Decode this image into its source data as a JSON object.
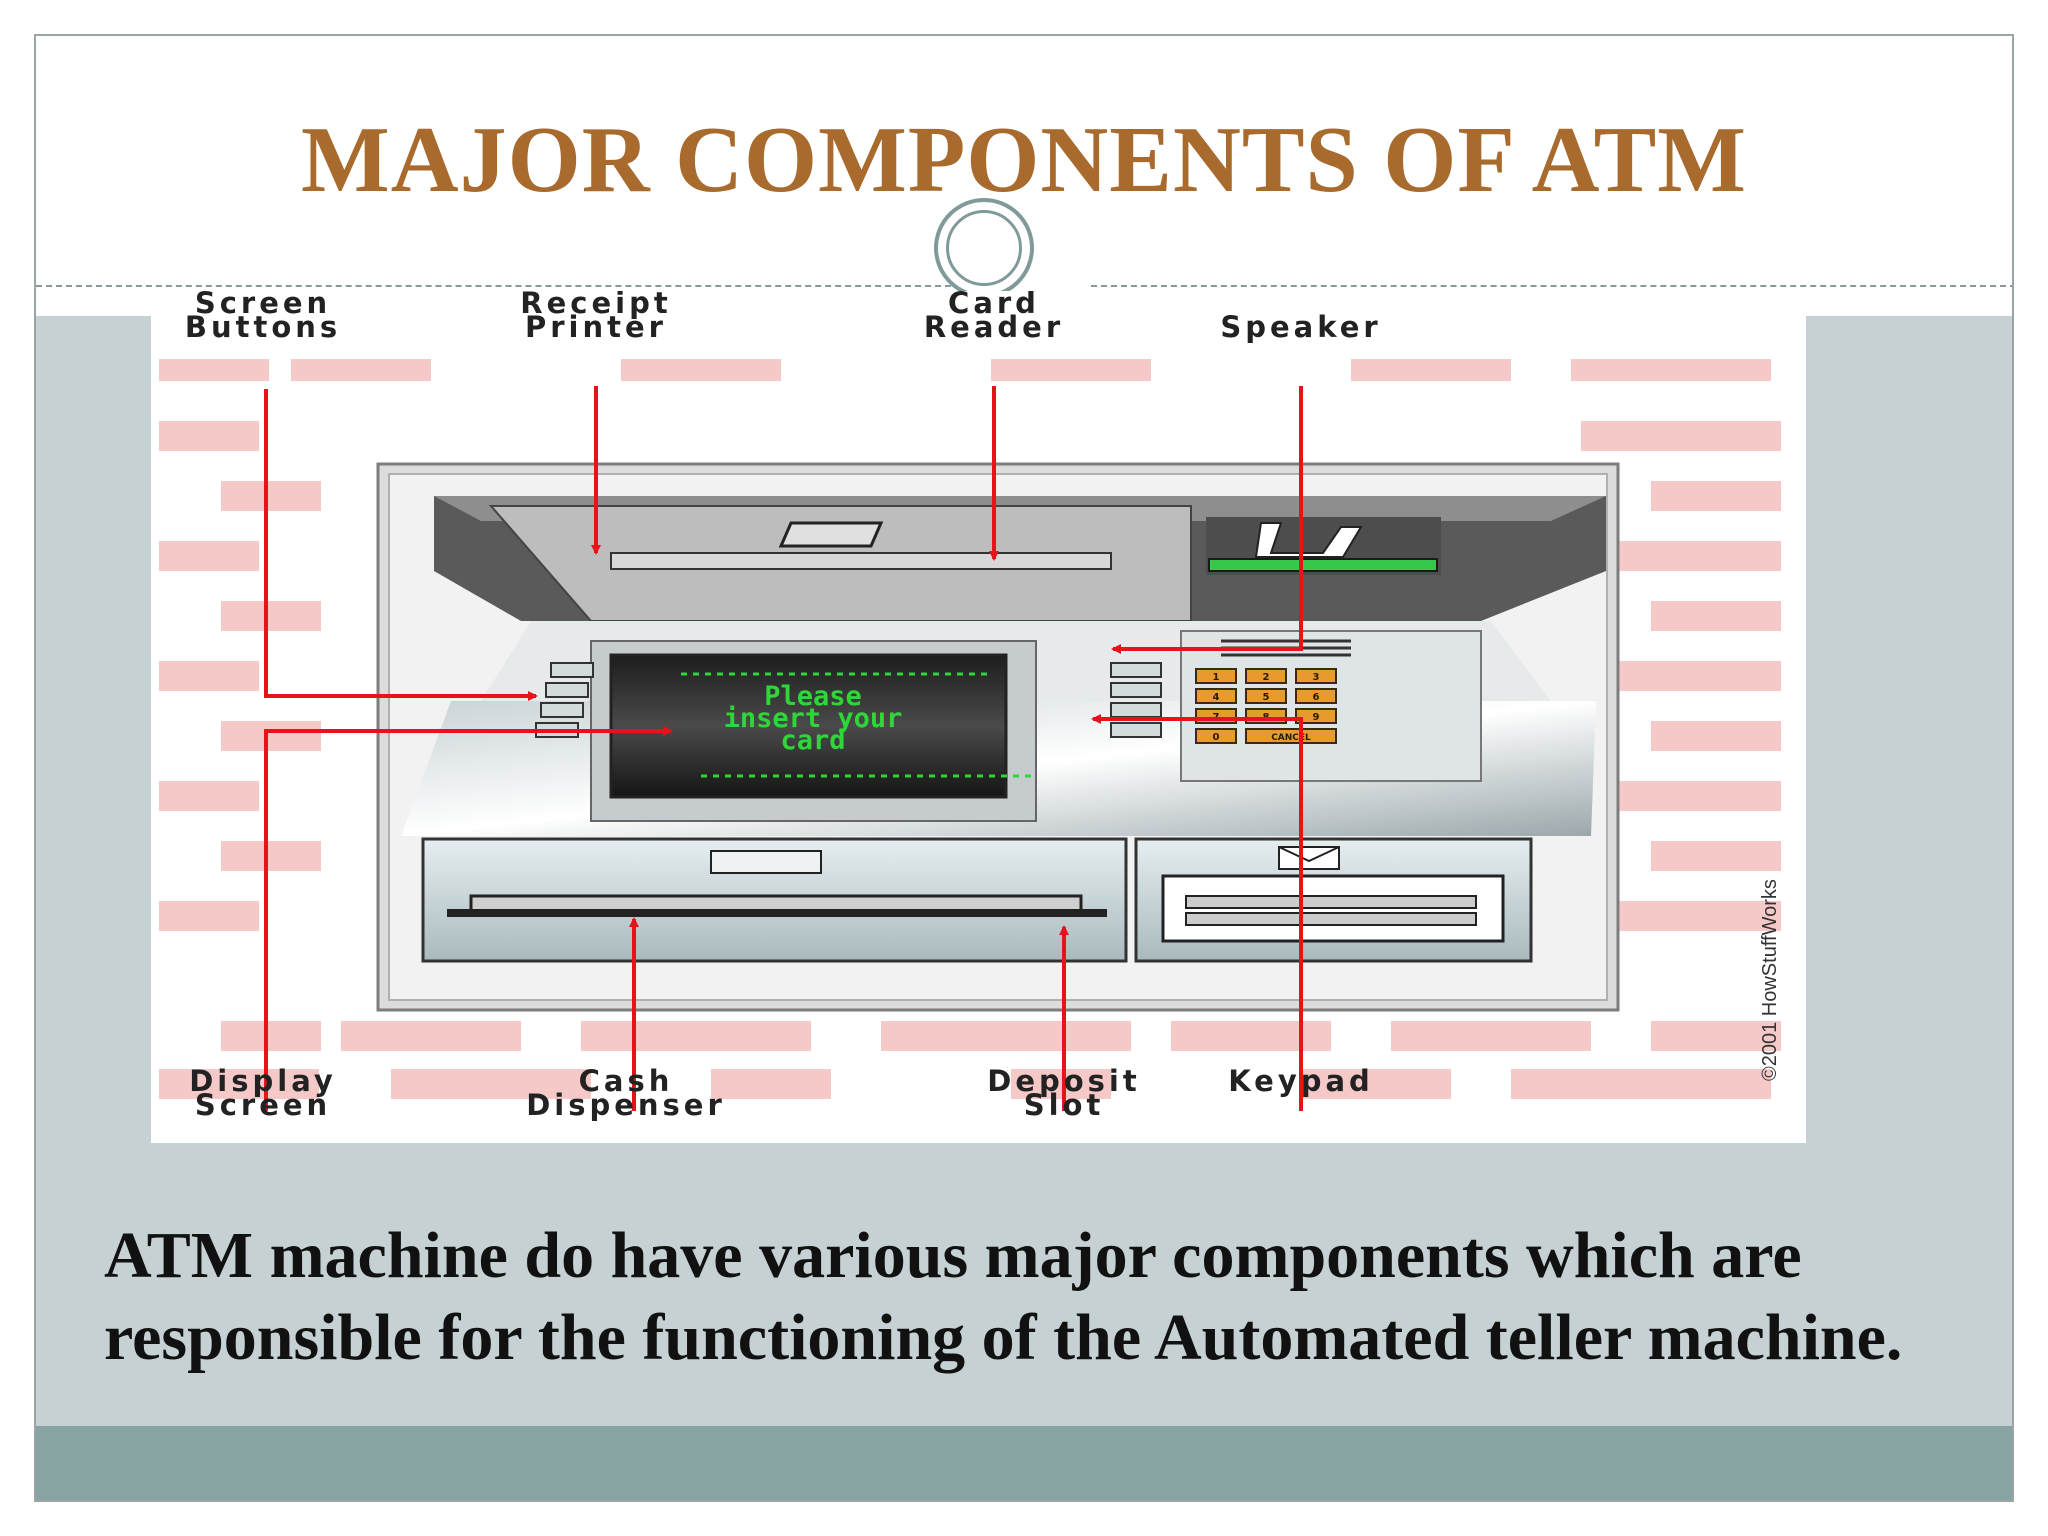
{
  "slide": {
    "title": "MAJOR COMPONENTS OF ATM",
    "body_text": "ATM machine do have various major components which are responsible for the functioning of the Automated teller machine."
  },
  "diagram": {
    "labels": {
      "screen_buttons": [
        "Screen",
        "Buttons"
      ],
      "receipt_printer": [
        "Receipt",
        "Printer"
      ],
      "card_reader": [
        "Card",
        "Reader"
      ],
      "speaker": [
        "Speaker"
      ],
      "display_screen": [
        "Display",
        "Screen"
      ],
      "cash_dispenser": [
        "Cash",
        "Dispenser"
      ],
      "deposit_slot": [
        "Deposit",
        "Slot"
      ],
      "keypad": [
        "Keypad"
      ]
    },
    "screen_message": [
      "Please",
      "insert your",
      "card"
    ],
    "keypad_keys": [
      "1",
      "2",
      "3",
      "4",
      "5",
      "6",
      "7",
      "8",
      "9",
      "0",
      "CANCEL"
    ],
    "credit": "©2001 HowStuffWorks"
  },
  "colors": {
    "title": "#a86b2d",
    "arrow": "#e8121b",
    "brick": "#f6c9c9",
    "screen_text": "#2fd63a",
    "key": "#e89b2c",
    "body_band": "#c5d1d3",
    "footer_band": "#88a4a3"
  }
}
